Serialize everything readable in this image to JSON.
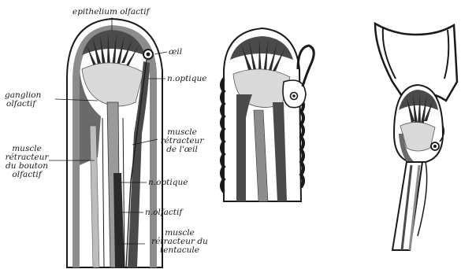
{
  "labels": {
    "epithelium": "epithelium olfactif",
    "oeil": "œil",
    "n_optique_top": "n.optique",
    "ganglion_1": "ganglion",
    "ganglion_2": "olfactif",
    "muscle_oeil_1": "muscle",
    "muscle_oeil_2": "rétracteur",
    "muscle_oeil_3": "de l'œil",
    "muscle_bouton_1": "muscle",
    "muscle_bouton_2": "rétracteur",
    "muscle_bouton_3": "du bouton",
    "muscle_bouton_4": "olfactif",
    "n_optique_mid": "n.optique",
    "n_olfactif": "n.olfactif",
    "muscle_tent_1": "muscle",
    "muscle_tent_2": "rétracteur du",
    "muscle_tent_3": "tentacule"
  },
  "colors": {
    "ink": "#1a1a1a",
    "dark_tissue": "#4a4a4a",
    "mid_tissue": "#8c8c8c",
    "light_tissue": "#d9d9d9",
    "background": "#ffffff"
  }
}
